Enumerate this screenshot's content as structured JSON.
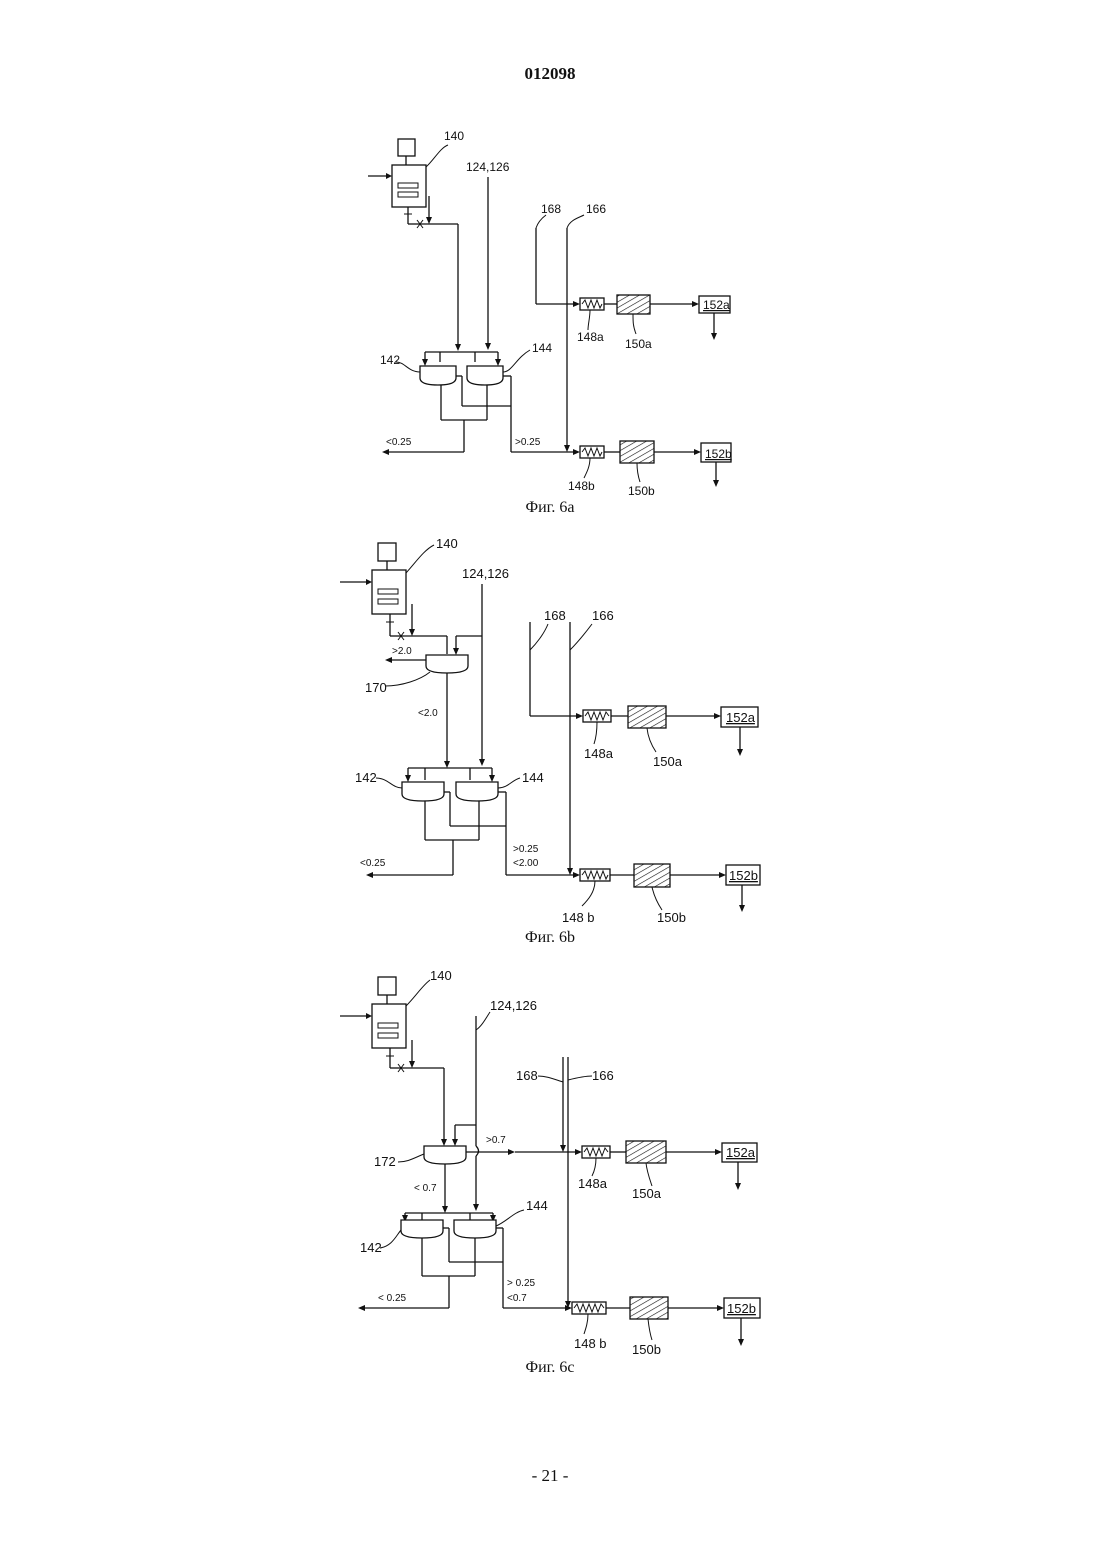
{
  "page": {
    "doc_number": "012098",
    "page_number": "- 21 -"
  },
  "figures": {
    "fig6a": {
      "caption": "Фиг. 6а",
      "labels": {
        "tank": "140",
        "feed": "124,126",
        "line168": "168",
        "line166": "166",
        "sep_left": "142",
        "sep_right": "144",
        "out_fine": "<0.25",
        "out_coarse": ">0.25",
        "filter_a": "148a",
        "heater_a": "150a",
        "unit_a": "152a",
        "filter_b": "148b",
        "heater_b": "150b",
        "unit_b": "152b"
      }
    },
    "fig6b": {
      "caption": "Фиг. 6b",
      "labels": {
        "tank": "140",
        "feed": "124,126",
        "line168": "168",
        "line166": "166",
        "pre_sep": "170",
        "out_over": ">2.0",
        "out_under": "<2.0",
        "sep_left": "142",
        "sep_right": "144",
        "out_fine": "<0.25",
        "out_mid_1": ">0.25",
        "out_mid_2": "<2.00",
        "filter_a": "148a",
        "heater_a": "150a",
        "unit_a": "152a",
        "filter_b": "148 b",
        "heater_b": "150b",
        "unit_b": "152b"
      }
    },
    "fig6c": {
      "caption": "Фиг. 6с",
      "labels": {
        "tank": "140",
        "feed": "124,126",
        "line168": "168",
        "line166": "166",
        "pre_sep": "172",
        "out_over": ">0.7",
        "out_under": "< 0.7",
        "sep_left": "142",
        "sep_right": "144",
        "out_fine": "< 0.25",
        "out_mid_1": "> 0.25",
        "out_mid_2": "<0.7",
        "filter_a": "148a",
        "heater_a": "150a",
        "unit_a": "152a",
        "filter_b": "148 b",
        "heater_b": "150b",
        "unit_b": "152b"
      }
    }
  }
}
